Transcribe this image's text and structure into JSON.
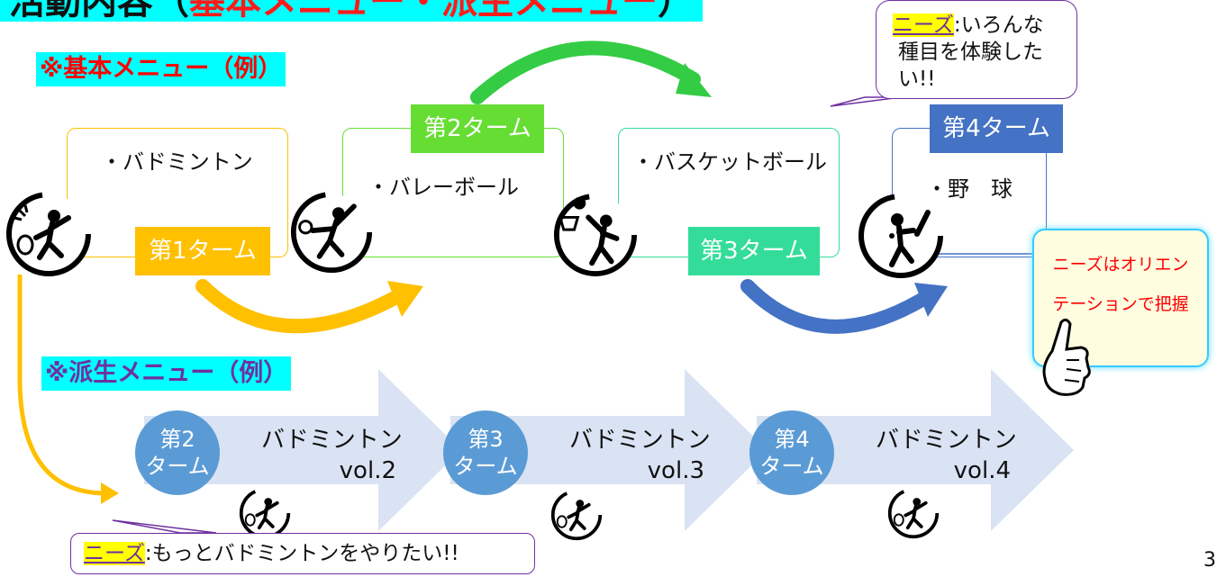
{
  "title": {
    "part1": "活動内容（",
    "part2": "基本メニュー・派生メニュー",
    "part3": "）"
  },
  "basic_menu_label": "※基本メニュー（例）",
  "derived_menu_label": "※派生メニュー（例）",
  "terms": [
    {
      "label": "第1ターム",
      "sport": "・バドミントン",
      "color": "#ffc000"
    },
    {
      "label": "第2ターム",
      "sport": "・バレーボール",
      "color": "#66dd33"
    },
    {
      "label": "第3ターム",
      "sport": "・バスケットボール",
      "color": "#33dd99"
    },
    {
      "label": "第4ターム",
      "sport": "・野　球",
      "color": "#4472c4"
    }
  ],
  "callout_top": {
    "needs": "ニーズ",
    "text1": ":いろんな",
    "text2": "種目を体験したい!!"
  },
  "callout_bottom": {
    "needs": "ニーズ",
    "text": ":もっとバドミントンをやりたい!!"
  },
  "note": {
    "line1": "ニーズはオリエン",
    "line2": "テーションで把握"
  },
  "derived": [
    {
      "term1": "第2",
      "term2": "ターム",
      "name": "バドミントン",
      "vol": "vol.2"
    },
    {
      "term1": "第3",
      "term2": "ターム",
      "name": "バドミントン",
      "vol": "vol.3"
    },
    {
      "term1": "第4",
      "term2": "ターム",
      "name": "バドミントン",
      "vol": "vol.4"
    }
  ],
  "page_number": "3",
  "icons": [
    "badminton-icon",
    "volleyball-icon",
    "basketball-icon",
    "baseball-icon",
    "pointing-hand-icon"
  ]
}
